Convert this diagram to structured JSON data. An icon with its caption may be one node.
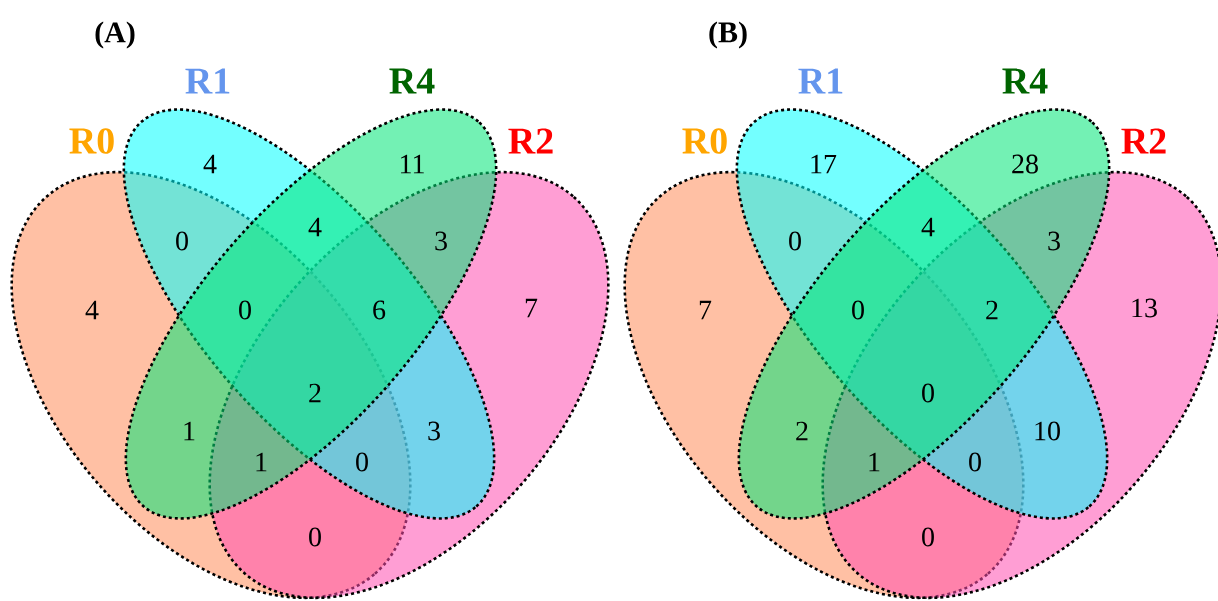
{
  "diagram": {
    "nodes": [
      {
        "text": [
          "R0"
        ]
      },
      {
        "text": [
          "R1"
        ]
      },
      {
        "text": [
          "R4"
        ]
      },
      {
        "text": [
          "R2"
        ]
      },
      {
        "text": [
          "R0"
        ]
      },
      {
        "text": [
          "R1"
        ]
      },
      {
        "text": [
          "R4"
        ]
      },
      {
        "text": [
          "R2"
        ]
      }
    ],
    "labels": [
      "(A)",
      "(B)",
      "4",
      "11",
      "0",
      "4",
      "3",
      "4",
      "0",
      "6",
      "7",
      "2",
      "1",
      "3",
      "1",
      "0",
      "0",
      "17",
      "28",
      "0",
      "4",
      "3",
      "7",
      "0",
      "2",
      "13",
      "0",
      "2",
      "10",
      "1",
      "0",
      "0"
    ]
  }
}
